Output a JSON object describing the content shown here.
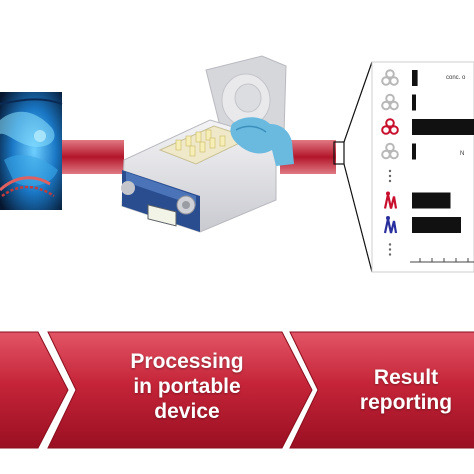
{
  "colors": {
    "accent": "#b3152a",
    "accent_light": "#e05363",
    "bar_black": "#111111",
    "device_body": "#e8e8ea",
    "device_lid": "#d9d9dc",
    "glove": "#5fb3d9"
  },
  "images": {
    "sample_photo": "blue-cells-micrograph",
    "device_photo": "portable-pcr-device-with-gloved-hand"
  },
  "result_panel": {
    "icons": [
      "biohazard-icon-gray",
      "biohazard-icon-gray",
      "biohazard-icon-red",
      "biohazard-icon-gray",
      "ellipsis",
      "pathogen-red-icon",
      "pathogen-blue-icon",
      "ellipsis"
    ],
    "bar_lengths_relative": [
      0.08,
      0.05,
      1.0,
      0.05,
      0,
      0.55,
      0.7,
      0
    ],
    "labels": [
      "conc. o",
      "N"
    ]
  },
  "workflow": {
    "steps": [
      {
        "lines": []
      },
      {
        "lines": [
          "Processing",
          "in portable",
          "device"
        ]
      },
      {
        "lines": [
          "Result",
          "reporting"
        ]
      }
    ]
  }
}
